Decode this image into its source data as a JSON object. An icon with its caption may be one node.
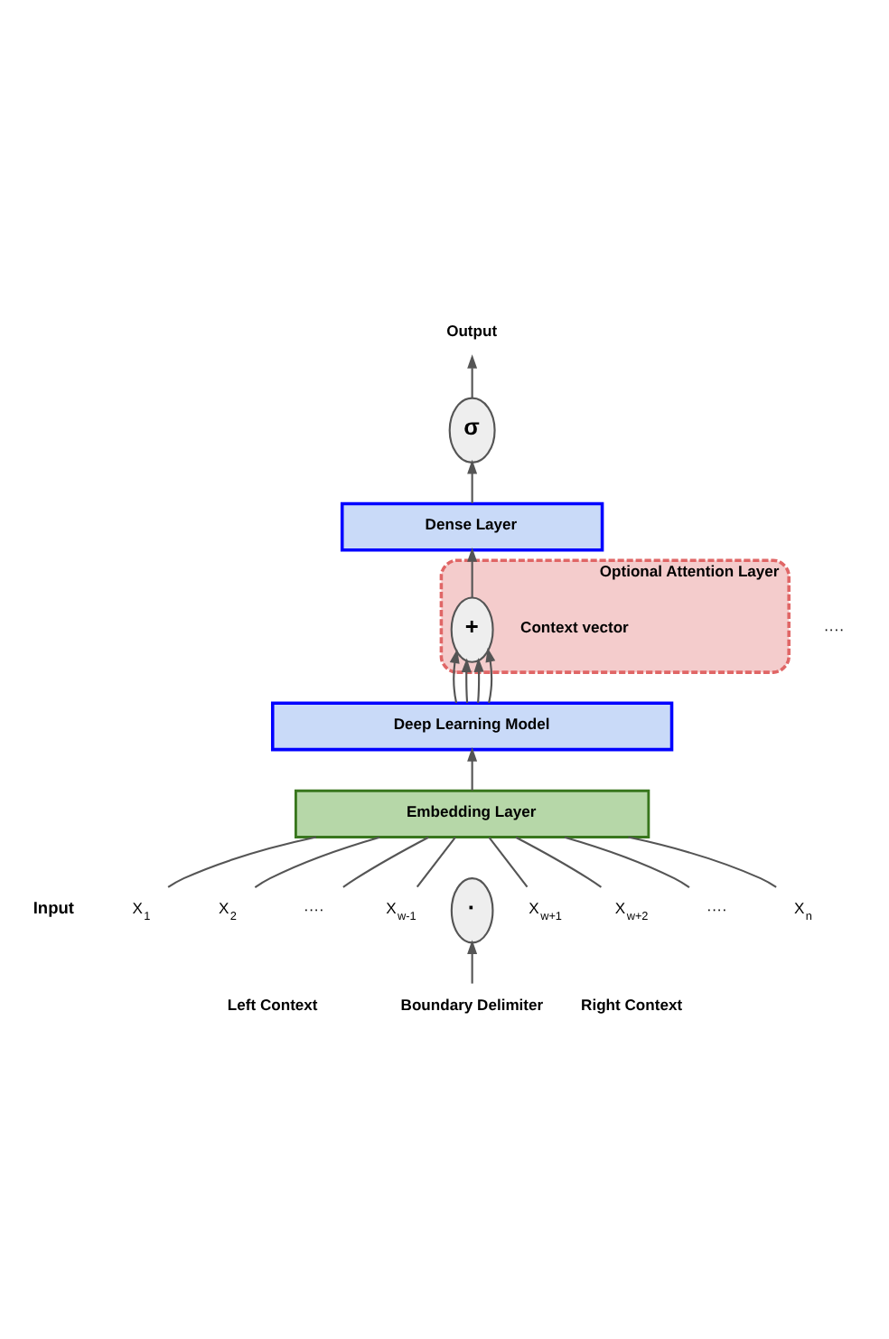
{
  "diagram": {
    "nodes": [
      {
        "text": [
          "Output"
        ]
      },
      {
        "text": [
          "σ"
        ]
      },
      {
        "text": [
          "Dense Layer"
        ]
      },
      {
        "text": [
          "Optional Attention Layer"
        ]
      },
      {
        "text": [
          "+"
        ],
        "in": 3,
        "beside": [
          "Context vector"
        ]
      },
      {
        "text": [
          "Deep Learning Model"
        ]
      },
      {
        "text": [
          "Embedding Layer"
        ]
      },
      {
        "text": [
          "X$_{1}$"
        ]
      },
      {
        "text": [
          "X$_{2}$"
        ]
      },
      {
        "text": [
          "····"
        ]
      },
      {
        "text": [
          "X$_{w-1}$"
        ]
      },
      {
        "text": [
          "·"
        ]
      },
      {
        "text": [
          "X$_{w+1}$"
        ]
      },
      {
        "text": [
          "X$_{w+2}$"
        ]
      },
      {
        "text": [
          "····"
        ]
      },
      {
        "text": [
          "X$_{n}$"
        ]
      },
      {
        "text": [
          "Boundary Delimiter"
        ]
      }
    ],
    "edges": [
      {
        "from": 1,
        "to": 0,
        "arrow": "to"
      },
      {
        "from": 2,
        "to": 1,
        "arrow": "to"
      },
      {
        "from": 4,
        "to": 2,
        "arrow": "to"
      },
      {
        "from": 5,
        "to": 4,
        "arrow": "to"
      },
      {
        "from": 5,
        "to": 4,
        "arrow": "to"
      },
      {
        "from": 5,
        "to": 4,
        "arrow": "to"
      },
      {
        "from": 5,
        "to": 4,
        "arrow": "to"
      },
      {
        "from": 6,
        "to": 5,
        "arrow": "to"
      },
      {
        "from": 7,
        "to": 6,
        "arrow": "none"
      },
      {
        "from": 8,
        "to": 6,
        "arrow": "none"
      },
      {
        "from": 9,
        "to": 6,
        "arrow": "none"
      },
      {
        "from": 10,
        "to": 6,
        "arrow": "none"
      },
      {
        "from": 12,
        "to": 6,
        "arrow": "none"
      },
      {
        "from": 13,
        "to": 6,
        "arrow": "none"
      },
      {
        "from": 14,
        "to": 6,
        "arrow": "none"
      },
      {
        "from": 15,
        "to": 6,
        "arrow": "none"
      },
      {
        "from": 16,
        "to": 11,
        "arrow": "to"
      }
    ],
    "labels": [
      "····",
      "Input",
      "Left Context",
      "Right Context"
    ]
  }
}
